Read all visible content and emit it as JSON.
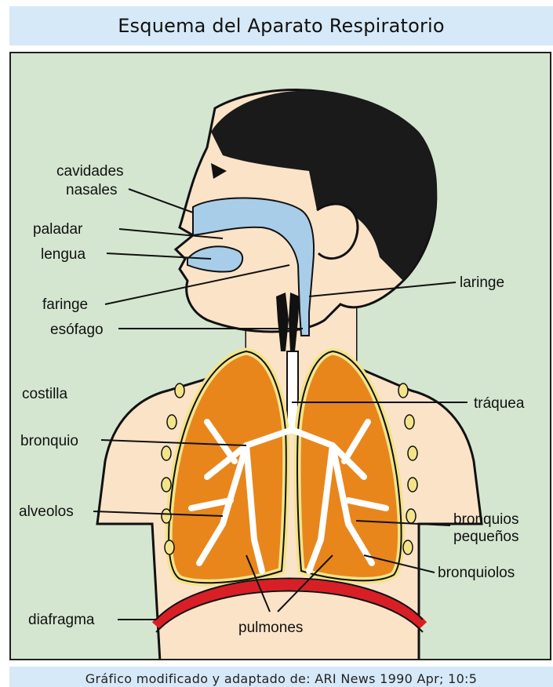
{
  "title": "Esquema del Aparato Respiratorio",
  "credit": "Gráfico modificado y adaptado de: ARI News 1990 Apr; 10:5",
  "labels": {
    "cavidades_1": "cavidades",
    "cavidades_2": "nasales",
    "paladar": "paladar",
    "lengua": "lengua",
    "faringe": "faringe",
    "esofago": "esófago",
    "laringe": "laringe",
    "costilla": "costilla",
    "traquea": "tráquea",
    "bronquio": "bronquio",
    "alveolos": "alveolos",
    "bronquios_pequenos_1": "bronquios",
    "bronquios_pequenos_2": "pequeños",
    "bronquiolos": "bronquiolos",
    "diafragma": "diafragma",
    "pulmones": "pulmones"
  },
  "colors": {
    "background": "#d4e6d0",
    "skin": "#fbe3c8",
    "hair": "#1a1a1a",
    "airway": "#a8cde8",
    "lung": "#e8861c",
    "lung_outline": "#f3e48a",
    "diaphragm": "#d91f26",
    "header": "#d6e9f8"
  }
}
